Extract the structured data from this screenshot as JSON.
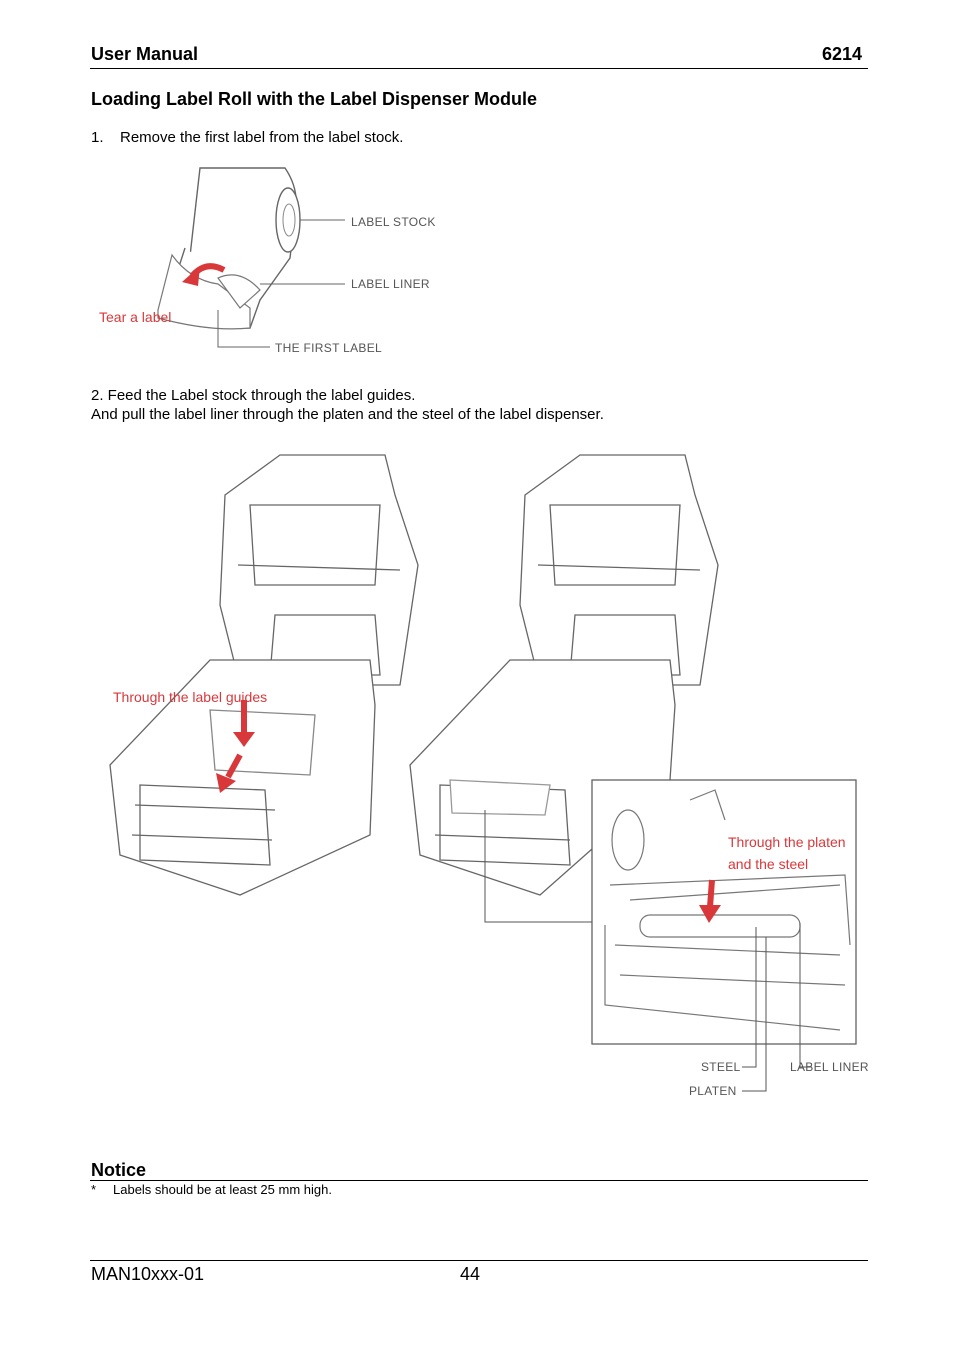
{
  "header": {
    "title": "User Manual",
    "model": "6214"
  },
  "section_title": "Loading Label Roll with the Label Dispenser Module",
  "steps": [
    {
      "number": "1.",
      "text": "Remove the first label from the label stock."
    },
    {
      "text_line1": "2.  Feed the Label stock through the label guides.",
      "text_line2": "And pull the label liner through the platen and the steel of the label dispenser."
    }
  ],
  "figure1": {
    "label_stock": "LABEL STOCK",
    "label_liner": "LABEL LINER",
    "first_label": "THE FIRST LABEL",
    "tear": "Tear a label"
  },
  "figure2": {
    "guides": "Through the label guides",
    "platen_line1": "Through the platen",
    "platen_line2": "and the steel",
    "steel": "STEEL",
    "platen": "PLATEN",
    "label_liner": "LABEL LINER"
  },
  "notice": {
    "title": "Notice",
    "bullet": "*",
    "text": "Labels should be at least 25 mm high."
  },
  "footer": {
    "doc_id": "MAN10xxx-01",
    "page": "44"
  },
  "colors": {
    "accent_red": "#d9383a",
    "line_gray": "#555555"
  }
}
